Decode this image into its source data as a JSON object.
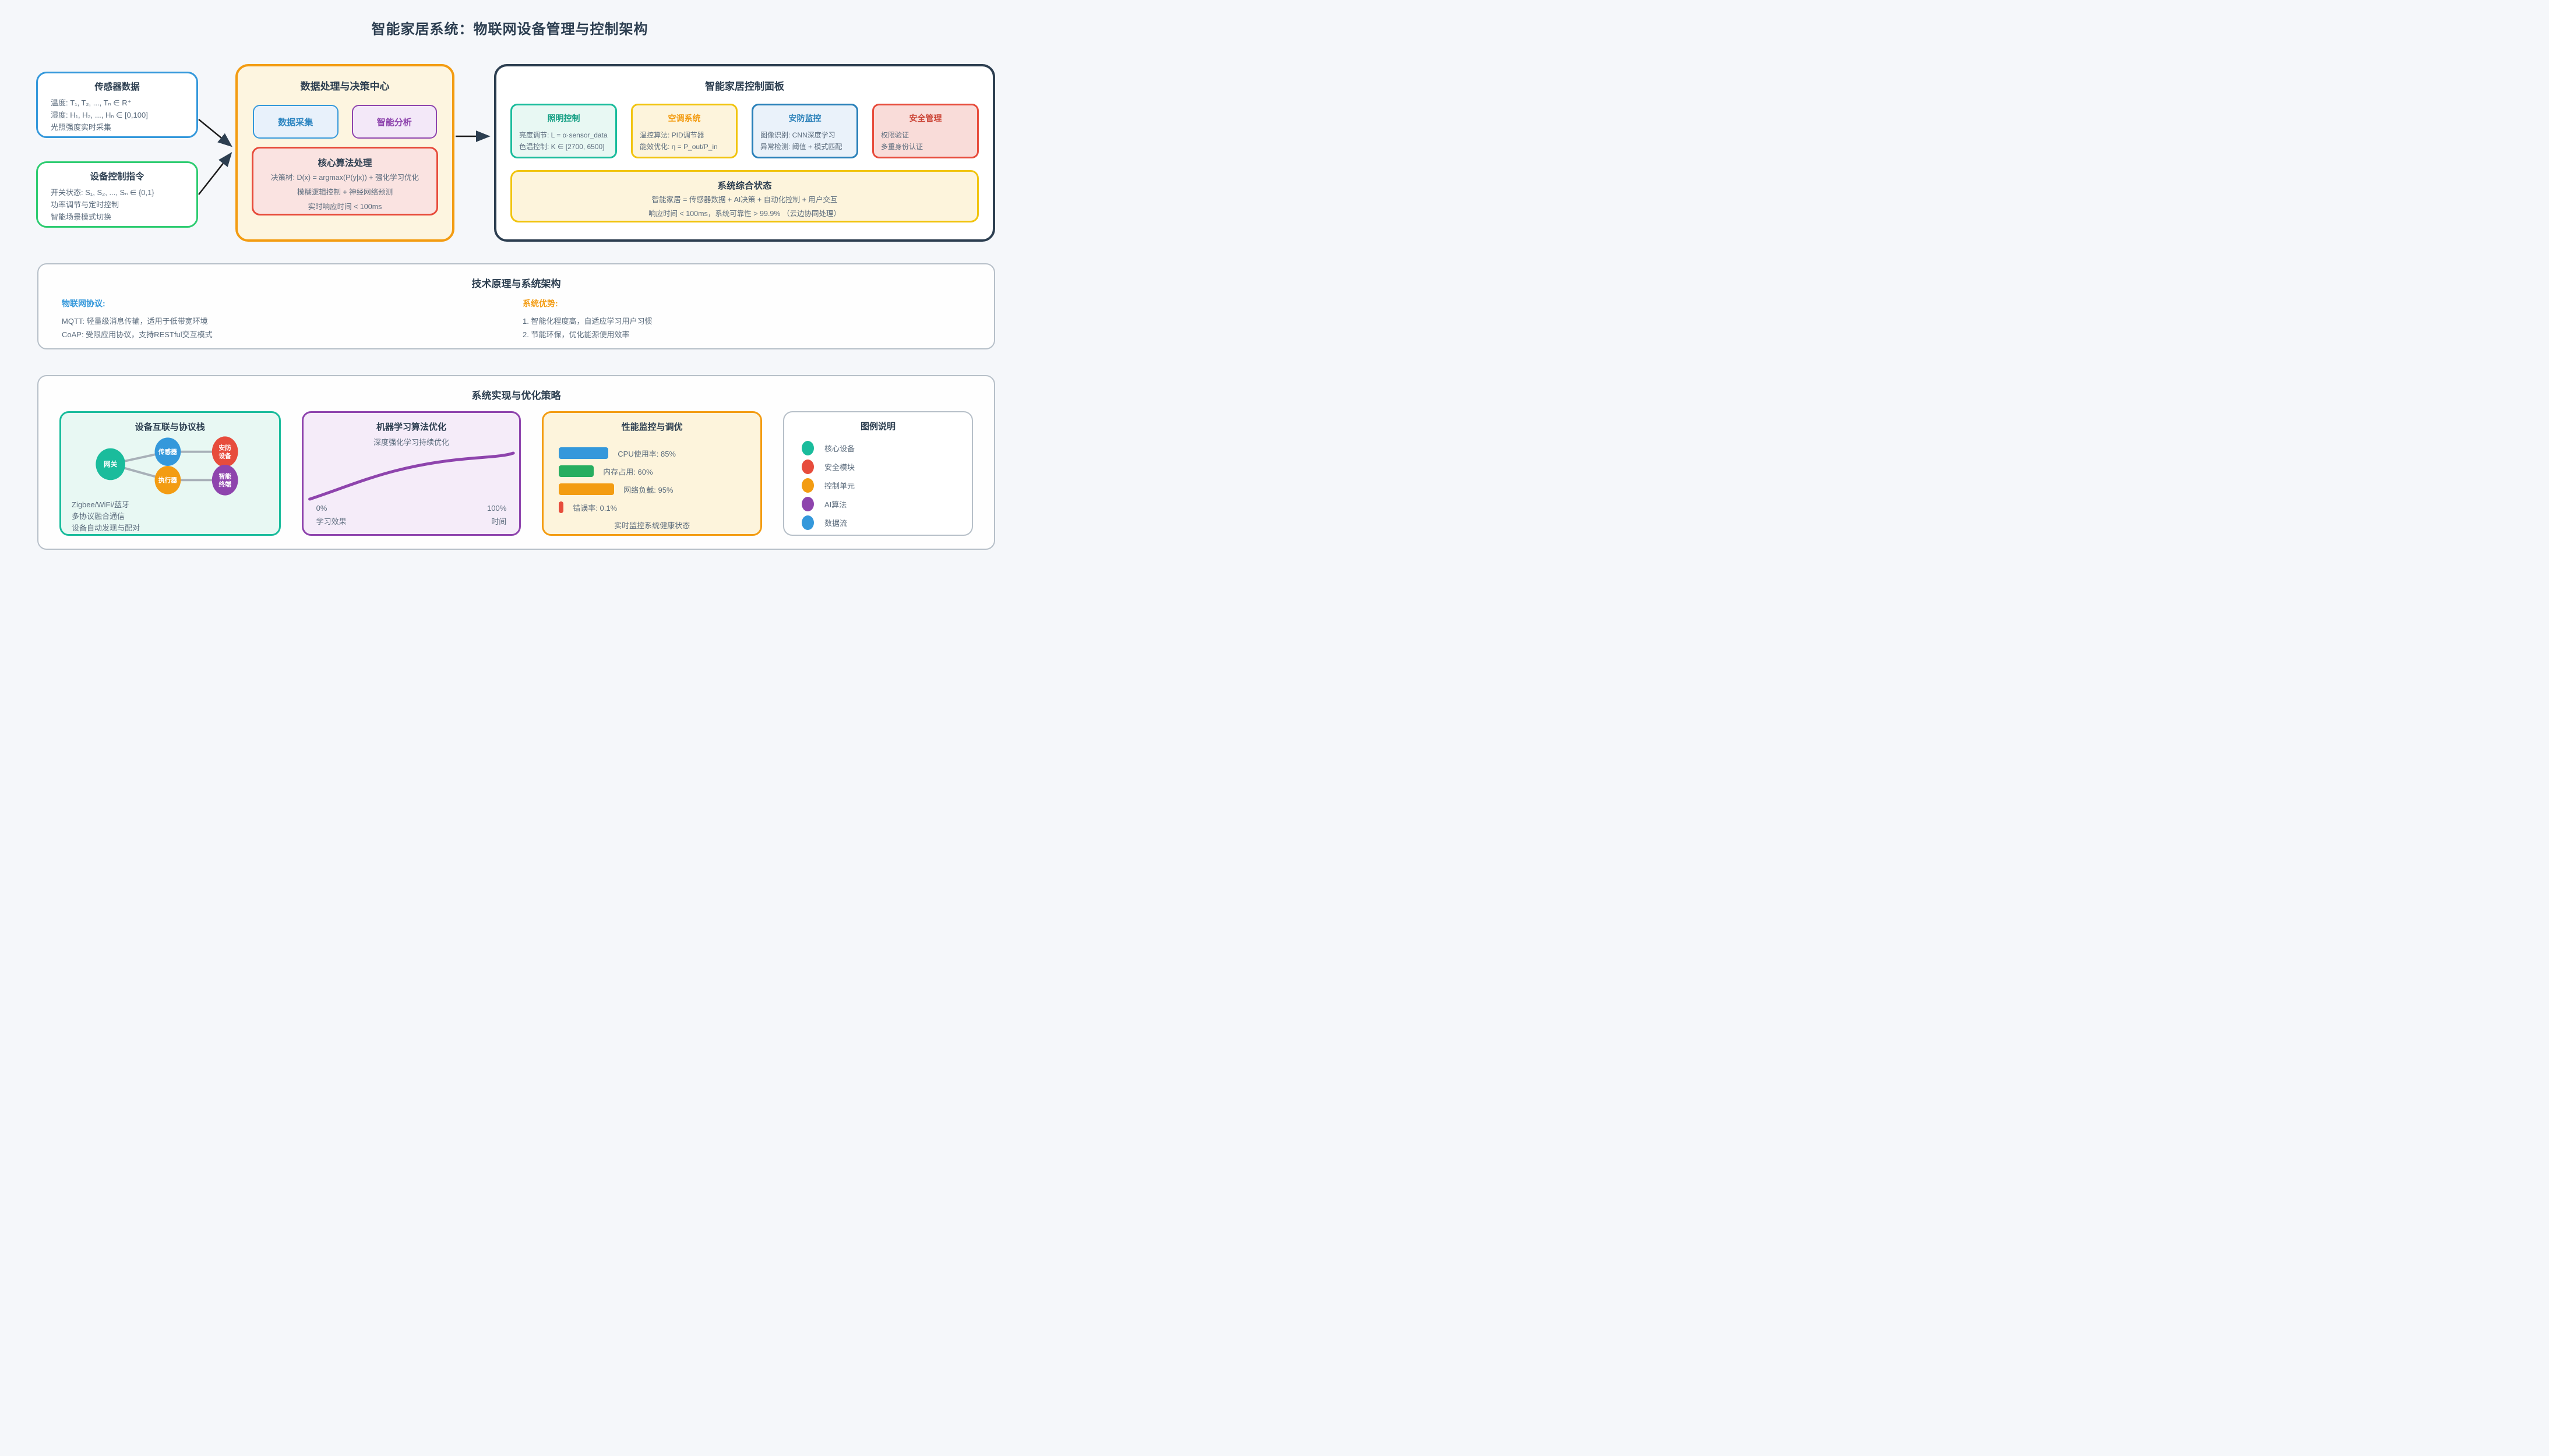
{
  "title": "智能家居系统：物联网设备管理与控制架构",
  "colors": {
    "navy": "#2c3e50",
    "blue": "#3498db",
    "green": "#2ecc71",
    "teal": "#1abc9c",
    "orange": "#f39c12",
    "yellow": "#f1c40f",
    "red": "#e74c3c",
    "purple": "#8e44ad",
    "text_gray": "#5d6d7e",
    "page_bg": "#f5f7fa",
    "connector_gray": "#a8b0b8"
  },
  "sensor_box": {
    "title": "传感器数据",
    "lines": [
      "温度: T₁, T₂, ..., Tₙ ∈ R⁺",
      "湿度: H₁, H₂, ..., Hₙ ∈ [0,100]",
      "光照强度实时采集"
    ]
  },
  "device_box": {
    "title": "设备控制指令",
    "lines": [
      "开关状态: S₁, S₂, ..., Sₙ ∈ {0,1}",
      "功率调节与定时控制",
      "智能场景模式切换"
    ]
  },
  "center_box": {
    "title": "数据处理与决策中心",
    "buttons": [
      "数据采集",
      "智能分析"
    ],
    "core": {
      "title": "核心算法处理",
      "lines": [
        "决策树: D(x) = argmax(P(y|x)) + 强化学习优化",
        "模糊逻辑控制 + 神经网络预测",
        "实时响应时间 < 100ms"
      ]
    }
  },
  "control_panel": {
    "title": "智能家居控制面板",
    "cards": [
      {
        "title": "照明控制",
        "lines": [
          "亮度调节: L = α·sensor_data",
          "色温控制: K ∈ [2700, 6500]"
        ]
      },
      {
        "title": "空调系统",
        "lines": [
          "温控算法: PID调节器",
          "能效优化: η = P_out/P_in"
        ]
      },
      {
        "title": "安防监控",
        "lines": [
          "图像识别: CNN深度学习",
          "异常检测: 阈值 + 模式匹配"
        ]
      },
      {
        "title": "安全管理",
        "lines": [
          "权限验证",
          "多重身份认证"
        ]
      }
    ],
    "status": {
      "title": "系统综合状态",
      "lines": [
        "智能家居 = 传感器数据 + AI决策 + 自动化控制 + 用户交互",
        "响应时间 < 100ms，系统可靠性 > 99.9% （云边协同处理）"
      ]
    }
  },
  "tech_section": {
    "title": "技术原理与系统架构",
    "left": {
      "heading": "物联网协议:",
      "items": [
        "MQTT: 轻量级消息传输，适用于低带宽环境",
        "CoAP: 受限应用协议，支持RESTful交互模式"
      ]
    },
    "right": {
      "heading": "系统优势:",
      "items": [
        "1. 智能化程度高，自适应学习用户习惯",
        "2. 节能环保，优化能源使用效率"
      ]
    }
  },
  "impl_section": {
    "title": "系统实现与优化策略",
    "protocol_card": {
      "title": "设备互联与协议栈",
      "nodes": {
        "gateway": "网关",
        "sensor": "传感器",
        "actuator": "执行器",
        "security": [
          "安防",
          "设备"
        ],
        "terminal": [
          "智能",
          "终端"
        ]
      },
      "node_colors": {
        "gateway": "#1abc9c",
        "sensor": "#3498db",
        "actuator": "#f39c12",
        "security": "#e74c3c",
        "terminal": "#8e44ad"
      },
      "lines": [
        "Zigbee/WiFi/蓝牙",
        "多协议融合通信",
        "设备自动发现与配对"
      ]
    },
    "ml_card": {
      "title": "机器学习算法优化",
      "subtitle": "深度强化学习持续优化",
      "x_start": "0%",
      "x_end": "100%",
      "y_label": "学习效果",
      "x_label": "时间",
      "curve_color": "#8e44ad"
    },
    "perf_card": {
      "title": "性能监控与调优",
      "metrics": [
        {
          "label": "CPU使用率: 85%",
          "value": 85,
          "color": "#3498db"
        },
        {
          "label": "内存占用: 60%",
          "value": 60,
          "color": "#27ae60"
        },
        {
          "label": "网络负载: 95%",
          "value": 95,
          "color": "#f39c12"
        },
        {
          "label": "错误率: 0.1%",
          "value": 0.1,
          "color": "#e74c3c"
        }
      ],
      "caption": "实时监控系统健康状态"
    },
    "legend_card": {
      "title": "图例说明",
      "items": [
        {
          "label": "核心设备",
          "color": "#1abc9c"
        },
        {
          "label": "安全模块",
          "color": "#e74c3c"
        },
        {
          "label": "控制单元",
          "color": "#f39c12"
        },
        {
          "label": "AI算法",
          "color": "#8e44ad"
        },
        {
          "label": "数据流",
          "color": "#3498db"
        }
      ]
    }
  },
  "chart_data": [
    {
      "type": "line",
      "title": "机器学习算法优化",
      "subtitle": "深度强化学习持续优化",
      "xlabel": "时间",
      "ylabel": "学习效果",
      "x_range": [
        "0%",
        "100%"
      ],
      "legend_position": "none",
      "grid": false,
      "series": [
        {
          "name": "学习效果",
          "x": [
            0,
            10,
            20,
            30,
            40,
            50,
            60,
            70,
            80,
            90,
            100
          ],
          "values": [
            8,
            20,
            33,
            45,
            55,
            63,
            69,
            73,
            76,
            79,
            84
          ]
        }
      ],
      "color": "#8e44ad"
    },
    {
      "type": "bar",
      "title": "性能监控与调优",
      "categories": [
        "CPU使用率",
        "内存占用",
        "网络负载",
        "错误率"
      ],
      "values": [
        85,
        60,
        95,
        0.1
      ],
      "unit": "%",
      "colors": [
        "#3498db",
        "#27ae60",
        "#f39c12",
        "#e74c3c"
      ],
      "xlabel": "",
      "ylabel": "",
      "xlim": [
        0,
        100
      ],
      "orientation": "horizontal"
    }
  ]
}
